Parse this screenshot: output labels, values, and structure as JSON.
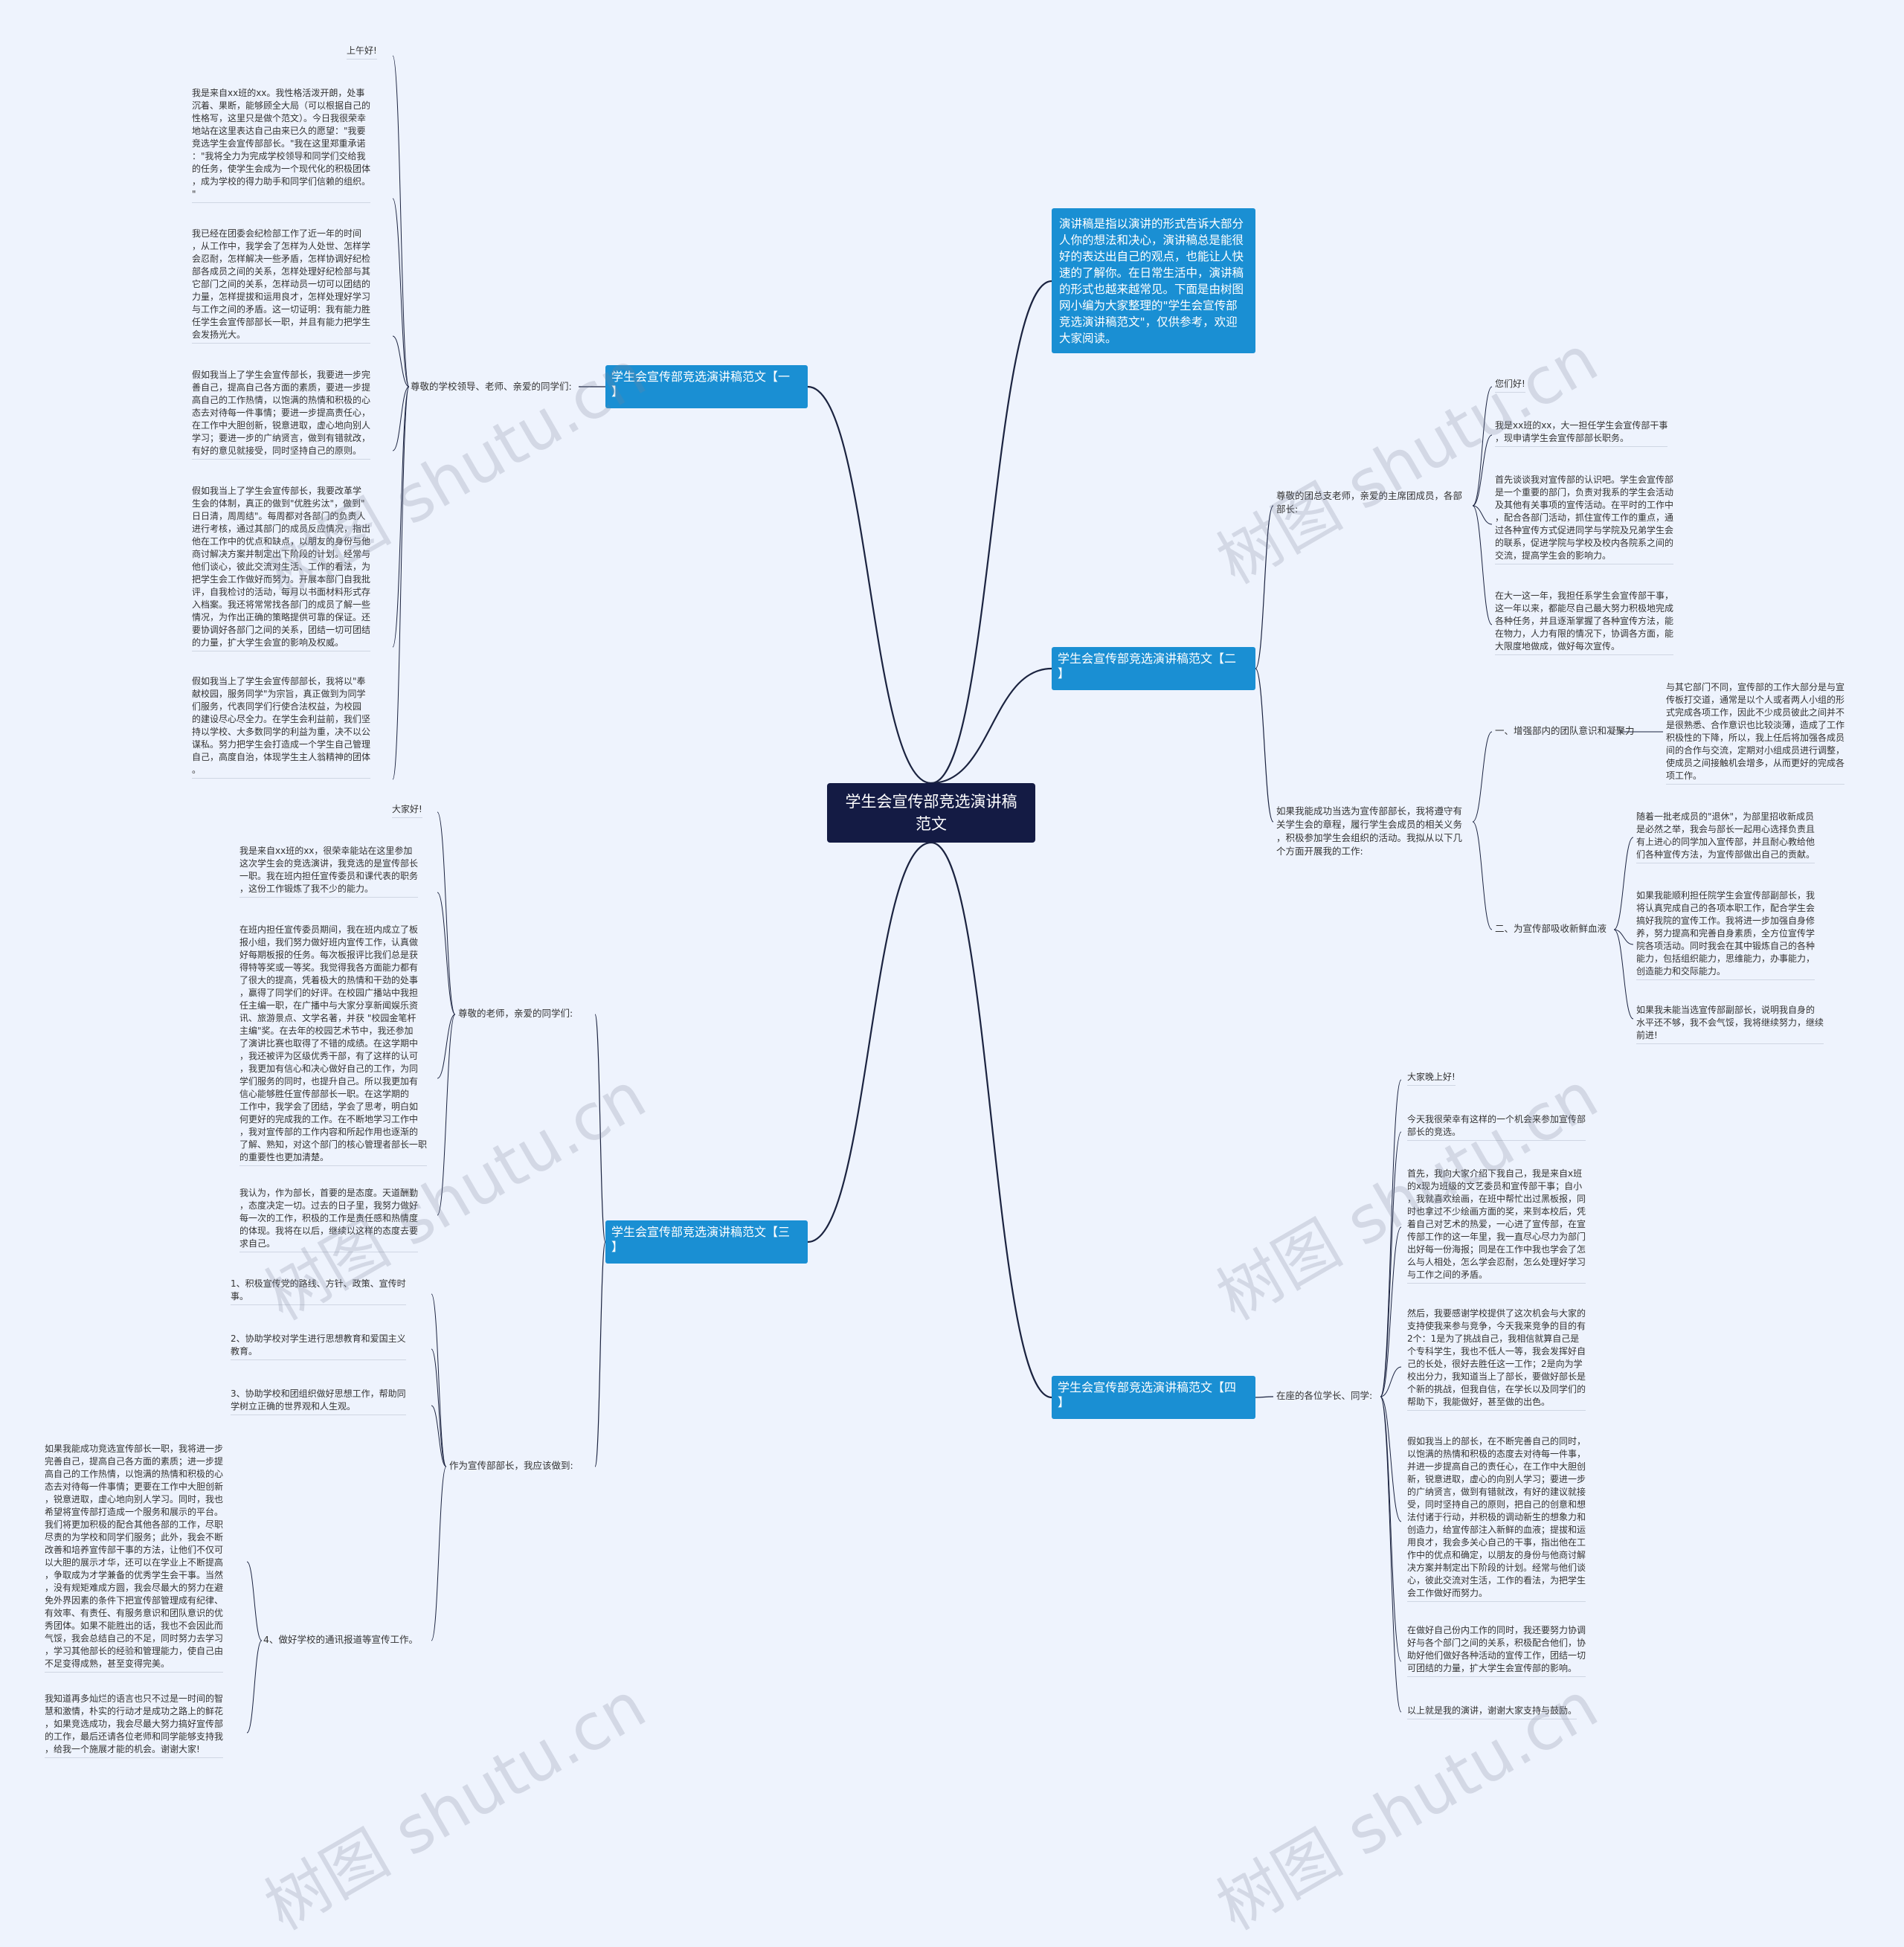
{
  "root": {
    "title": "学生会宣传部竞选演讲稿\n范文"
  },
  "intro": "演讲稿是指以演讲的形式告诉大部分人你的想法和决心，演讲稿总是能很好的表达出自己的观点，也能让人快速的了解你。在日常生活中，演讲稿的形式也越来越常见。下面是由树图网小编为大家整理的\"学生会宣传部竞选演讲稿范文\"，仅供参考，欢迎大家阅读。",
  "b1": {
    "title": "学生会宣传部竞选演讲稿范文【一\n】",
    "label": "尊敬的学校领导、老师、亲爱的同学们:",
    "leaves": [
      "上午好!",
      "我是来自xx班的xx。我性格活泼开朗，处事\n沉着、果断，能够顾全大局（可以根据自己的\n性格写，这里只是做个范文）。今日我很荣幸\n地站在这里表达自己由来已久的愿望：\"我要\n竞选学生会宣传部部长。\"我在这里郑重承诺\n：\"我将全力为完成学校领导和同学们交给我\n的任务，使学生会成为一个现代化的积极团体\n，成为学校的得力助手和同学们信赖的组织。\n\"",
      "我已经在团委会纪检部工作了近一年的时间\n，从工作中，我学会了怎样为人处世、怎样学\n会忍耐，怎样解决一些矛盾，怎样协调好纪检\n部各成员之间的关系，怎样处理好纪检部与其\n它部门之间的关系，怎样动员一切可以团结的\n力量，怎样提拔和运用良才，怎样处理好学习\n与工作之间的矛盾。这一切证明：我有能力胜\n任学生会宣传部部长一职，并且有能力把学生\n会发扬光大。",
      "假如我当上了学生会宣传部长，我要进一步完\n善自己，提高自己各方面的素质，要进一步提\n高自己的工作热情，以饱满的热情和积极的心\n态去对待每一件事情；要进一步提高责任心，\n在工作中大胆创新，锐意进取，虚心地向别人\n学习；要进一步的广纳贤言，做到有错就改，\n有好的意见就接受，同时坚持自己的原则。",
      "假如我当上了学生会宣传部长，我要改革学\n生会的体制，真正的做到\"优胜劣汰\"，做到\"\n日日清，周周结\"。每周都对各部门的负责人\n进行考核，通过其部门的成员反应情况，指出\n他在工作中的优点和缺点，以朋友的身份与他\n商讨解决方案并制定出下阶段的计划。经常与\n他们谈心，彼此交流对生活、工作的看法，为\n把学生会工作做好而努力。开展本部门自我批\n评，自我检讨的活动，每月以书面材料形式存\n入档案。我还将常常找各部门的成员了解一些\n情况，为作出正确的策略提供可靠的保证。还\n要协调好各部门之间的关系，团结一切可团结\n的力量，扩大学生会宣的影响及权威。",
      "假如我当上了学生会宣传部部长，我将以\"奉\n献校园，服务同学\"为宗旨，真正做到为同学\n们服务，代表同学们行使合法权益，为校园\n的建设尽心尽全力。在学生会利益前，我们坚\n持以学校、大多数同学的利益为重，决不以公\n谋私。努力把学生会打造成一个学生自己管理\n自己，高度自治，体现学生主人翁精神的团体\n。"
    ]
  },
  "b2": {
    "title": "学生会宣传部竞选演讲稿范文【二\n】",
    "label_a": "尊敬的团总支老师，亲爱的主席团成员，各部\n部长:",
    "leaves_a": [
      "您们好!",
      "我是xx班的xx，大一担任学生会宣传部干事\n，现申请学生会宣传部部长职务。",
      "首先谈谈我对宣传部的认识吧。学生会宣传部\n是一个重要的部门，负责对我系的学生会活动\n及其他有关事项的宣传活动。在平时的工作中\n，配合各部门活动，抓住宣传工作的重点，通\n过各种宣传方式促进同学与学院及兄弟学生会\n的联系，促进学院与学校及校内各院系之间的\n交流，提高学生会的影响力。",
      "在大一这一年，我担任系学生会宣传部干事，\n这一年以来，都能尽自己最大努力积极地完成\n各种任务，并且逐渐掌握了各种宣传方法，能\n在物力，人力有限的情况下，协调各方面，能\n大限度地做成，做好每次宣传。"
    ],
    "label_b": "如果我能成功当选为宣传部部长，我将遵守有\n关学生会的章程，履行学生会成员的相关义务\n，积极参加学生会组织的活动。我拟从以下几\n个方面开展我的工作:",
    "sub1": "一、增强部内的团队意识和凝聚力",
    "sub1_leaf": "与其它部门不同，宣传部的工作大部分是与宣\n传板打交道，通常是以个人或者两人小组的形\n式完成各项工作，因此不少成员彼此之间并不\n是很熟悉、合作意识也比较淡薄，造成了工作\n积极性的下降，所以，我上任后将加强各成员\n间的合作与交流，定期对小组成员进行调整，\n使成员之间接触机会增多，从而更好的完成各\n项工作。",
    "sub2": "二、为宣传部吸收新鲜血液",
    "sub2_leaves": [
      "随着一批老成员的\"退休\"，为部里招收新成员\n是必然之举，我会与部长一起用心选择负责且\n有上进心的同学加入宣传部，并且耐心教给他\n们各种宣传方法，为宣传部做出自己的贡献。",
      "如果我能顺利担任院学生会宣传部副部长，我\n将认真完成自己的各项本职工作，配合学生会\n搞好我院的宣传工作。我将进一步加强自身修\n养，努力提高和完善自身素质，全方位宣传学\n院各项活动。同时我会在其中锻炼自己的各种\n能力，包括组织能力，思维能力，办事能力，\n创造能力和交际能力。",
      "如果我未能当选宣传部副部长，说明我自身的\n水平还不够，我不会气馁，我将继续努力，继续\n前进!"
    ]
  },
  "b3": {
    "title": "学生会宣传部竞选演讲稿范文【三\n】",
    "label_a": "尊敬的老师，亲爱的同学们:",
    "leaves_a": [
      "大家好!",
      "我是来自xx班的xx，很荣幸能站在这里参加\n这次学生会的竞选演讲，我竞选的是宣传部长\n一职。我在班内担任宣传委员和课代表的职务\n，这份工作锻炼了我不少的能力。",
      "在班内担任宣传委员期间，我在班内成立了板\n报小组，我们努力做好班内宣传工作，认真做\n好每期板报的任务。每次板报评比我们总是获\n得特等奖或一等奖。我觉得我各方面能力都有\n了很大的提高，凭着极大的热情和干劲的处事\n，赢得了同学们的好评。在校园广播站中我担\n任主编一职，在广播中与大家分享新闻娱乐资\n讯、旅游景点、文学名著，并获 \"校园金笔杆\n主编\"奖。在去年的校园艺术节中，我还参加\n了演讲比赛也取得了不错的成绩。在这学期中\n，我还被评为区级优秀干部，有了这样的认可\n，我更加有信心和决心做好自己的工作，为同\n学们服务的同时，也提升自己。所以我更加有\n信心能够胜任宣传部部长一职。在这学期的\n工作中，我学会了团结，学会了思考，明白如\n何更好的完成我的工作。在不断地学习工作中\n，我对宣传部的工作内容和所起作用也逐渐的\n了解、熟知，对这个部门的核心管理者部长一职\n的重要性也更加清楚。",
      "我认为，作为部长，首要的是态度。天道酬勤\n，态度决定一切。过去的日子里，我努力做好\n每一次的工作，积极的工作是责任感和热情度\n的体现。我将在以后，继续以这样的态度去要\n求自己。"
    ],
    "label_b": "作为宣传部部长，我应该做到:",
    "items": [
      "1、积极宣传党的路线、方针、政策、宣传时\n事。",
      "2、协助学校对学生进行思想教育和爱国主义\n教育。",
      "3、协助学校和团组织做好思想工作，帮助同\n学树立正确的世界观和人生观。"
    ],
    "item4": "4、做好学校的通讯报道等宣传工作。",
    "item4_leaves": [
      "如果我能成功竞选宣传部长一职，我将进一步\n完善自己，提高自己各方面的素质；进一步提\n高自己的工作热情，以饱满的热情和积极的心\n态去对待每一件事情；更要在工作中大胆创新\n，锐意进取，虚心地向别人学习。同时，我也\n希望将宣传部打造成一个服务和展示的平台。\n我们将更加积极的配合其他各部的工作，尽职\n尽责的为学校和同学们服务；此外，我会不断\n改善和培养宣传部干事的方法，让他们不仅可\n以大胆的展示才华，还可以在学业上不断提高\n，争取成为才学兼备的优秀学生会干事。当然\n，没有规矩难成方圆，我会尽最大的努力在避\n免外界因素的条件下把宣传部管理成有纪律、\n有效率、有责任、有服务意识和团队意识的优\n秀团体。如果不能胜出的话，我也不会因此而\n气馁，我会总结自己的不足，同时努力去学习\n，学习其他部长的经验和管理能力，使自己由\n不足变得成熟，甚至变得完美。",
      "我知道再多灿烂的语言也只不过是一时间的智\n慧和激情，朴实的行动才是成功之路上的鲜花\n，如果竞选成功，我会尽最大努力搞好宣传部\n的工作，最后还请各位老师和同学能够支持我\n，给我一个施展才能的机会。谢谢大家!"
    ]
  },
  "b4": {
    "title": "学生会宣传部竞选演讲稿范文【四\n】",
    "label": "在座的各位学长、同学:",
    "leaves": [
      "大家晚上好!",
      "今天我很荣幸有这样的一个机会来参加宣传部\n部长的竞选。",
      "首先，我向大家介绍下我自己，我是来自x班\n的x现为班级的文艺委员和宣传部干事；自小\n，我就喜欢绘画，在班中帮忙出过黑板报，同\n时也拿过不少绘画方面的奖，来到本校后，凭\n着自己对艺术的热爱，一心进了宣传部，在宣\n传部工作的这一年里，我一直尽心尽力为部门\n出好每一份海报；同是在工作中我也学会了怎\n么与人相处，怎么学会忍耐，怎么处理好学习\n与工作之间的矛盾。",
      "然后，我要感谢学校提供了这次机会与大家的\n支持使我来参与竞争，今天我来竞争的目的有\n2个：1是为了挑战自己，我相信就算自己是\n个专科学生，我也不低人一等，我会发挥好自\n己的长处，很好去胜任这一工作；2是向为学\n校出分力，我知道当上了部长，要做好部长是\n个新的挑战，但我自信，在学长以及同学们的\n帮助下，我能做好，甚至做的出色。",
      "假如我当上的部长，在不断完善自己的同时，\n以饱满的热情和积极的态度去对待每一件事，\n并进一步提高自己的责任心，在工作中大胆创\n新，锐意进取，虚心的向别人学习；要进一步\n的广纳贤言，做到有错就改，有好的建议就接\n受，同时坚持自己的原则，把自己的创意和想\n法付诸于行动，并积极的调动新生的想象力和\n创造力，给宣传部注入新鲜的血液；提拔和运\n用良才，我会多关心自己的干事，指出他在工\n作中的优点和确定，以朋友的身份与他商讨解\n决方案并制定出下阶段的计划。经常与他们谈\n心，彼此交流对生活，工作的看法，为把学生\n会工作做好而努力。",
      "在做好自己份内工作的同时，我还要努力协调\n好与各个部门之间的关系，积极配合他们，协\n助好他们做好各种活动的宣传工作，团结一切\n可团结的力量，扩大学生会宣传部的影响。",
      "以上就是我的演讲，谢谢大家支持与鼓励。"
    ]
  },
  "watermark": "树图 shutu.cn",
  "colors": {
    "background": "#eef3fd",
    "branch": "#1a8fd3",
    "root": "#141b44",
    "line": "#1b2340"
  }
}
